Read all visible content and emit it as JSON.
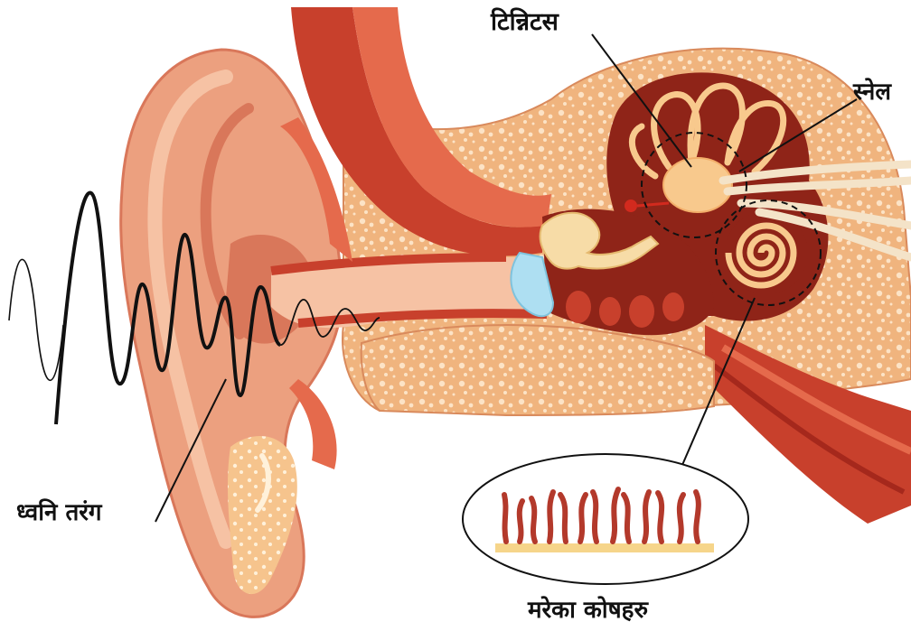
{
  "labels": {
    "tinnitus": "टिन्निटस",
    "snail": "स्नेल",
    "sound_wave": "ध्वनि तरंग",
    "dead_cells": "मरेका कोषहरु"
  },
  "colors": {
    "skin": "#ECA07F",
    "skin_dark": "#D9775A",
    "skin_light": "#F6C2A4",
    "muscle": "#C8402C",
    "muscle_dark": "#A5281C",
    "bone": "#F0B47E",
    "bone_dots": "#FCE3C6",
    "canal_dark": "#8F2418",
    "eardrum": "#AEDFF2",
    "ossicle": "#F7DCA7",
    "cochlea": "#F8C98D",
    "hair_cells": "#B3392B",
    "cell_base": "#F6D58A",
    "line": "#111111"
  }
}
